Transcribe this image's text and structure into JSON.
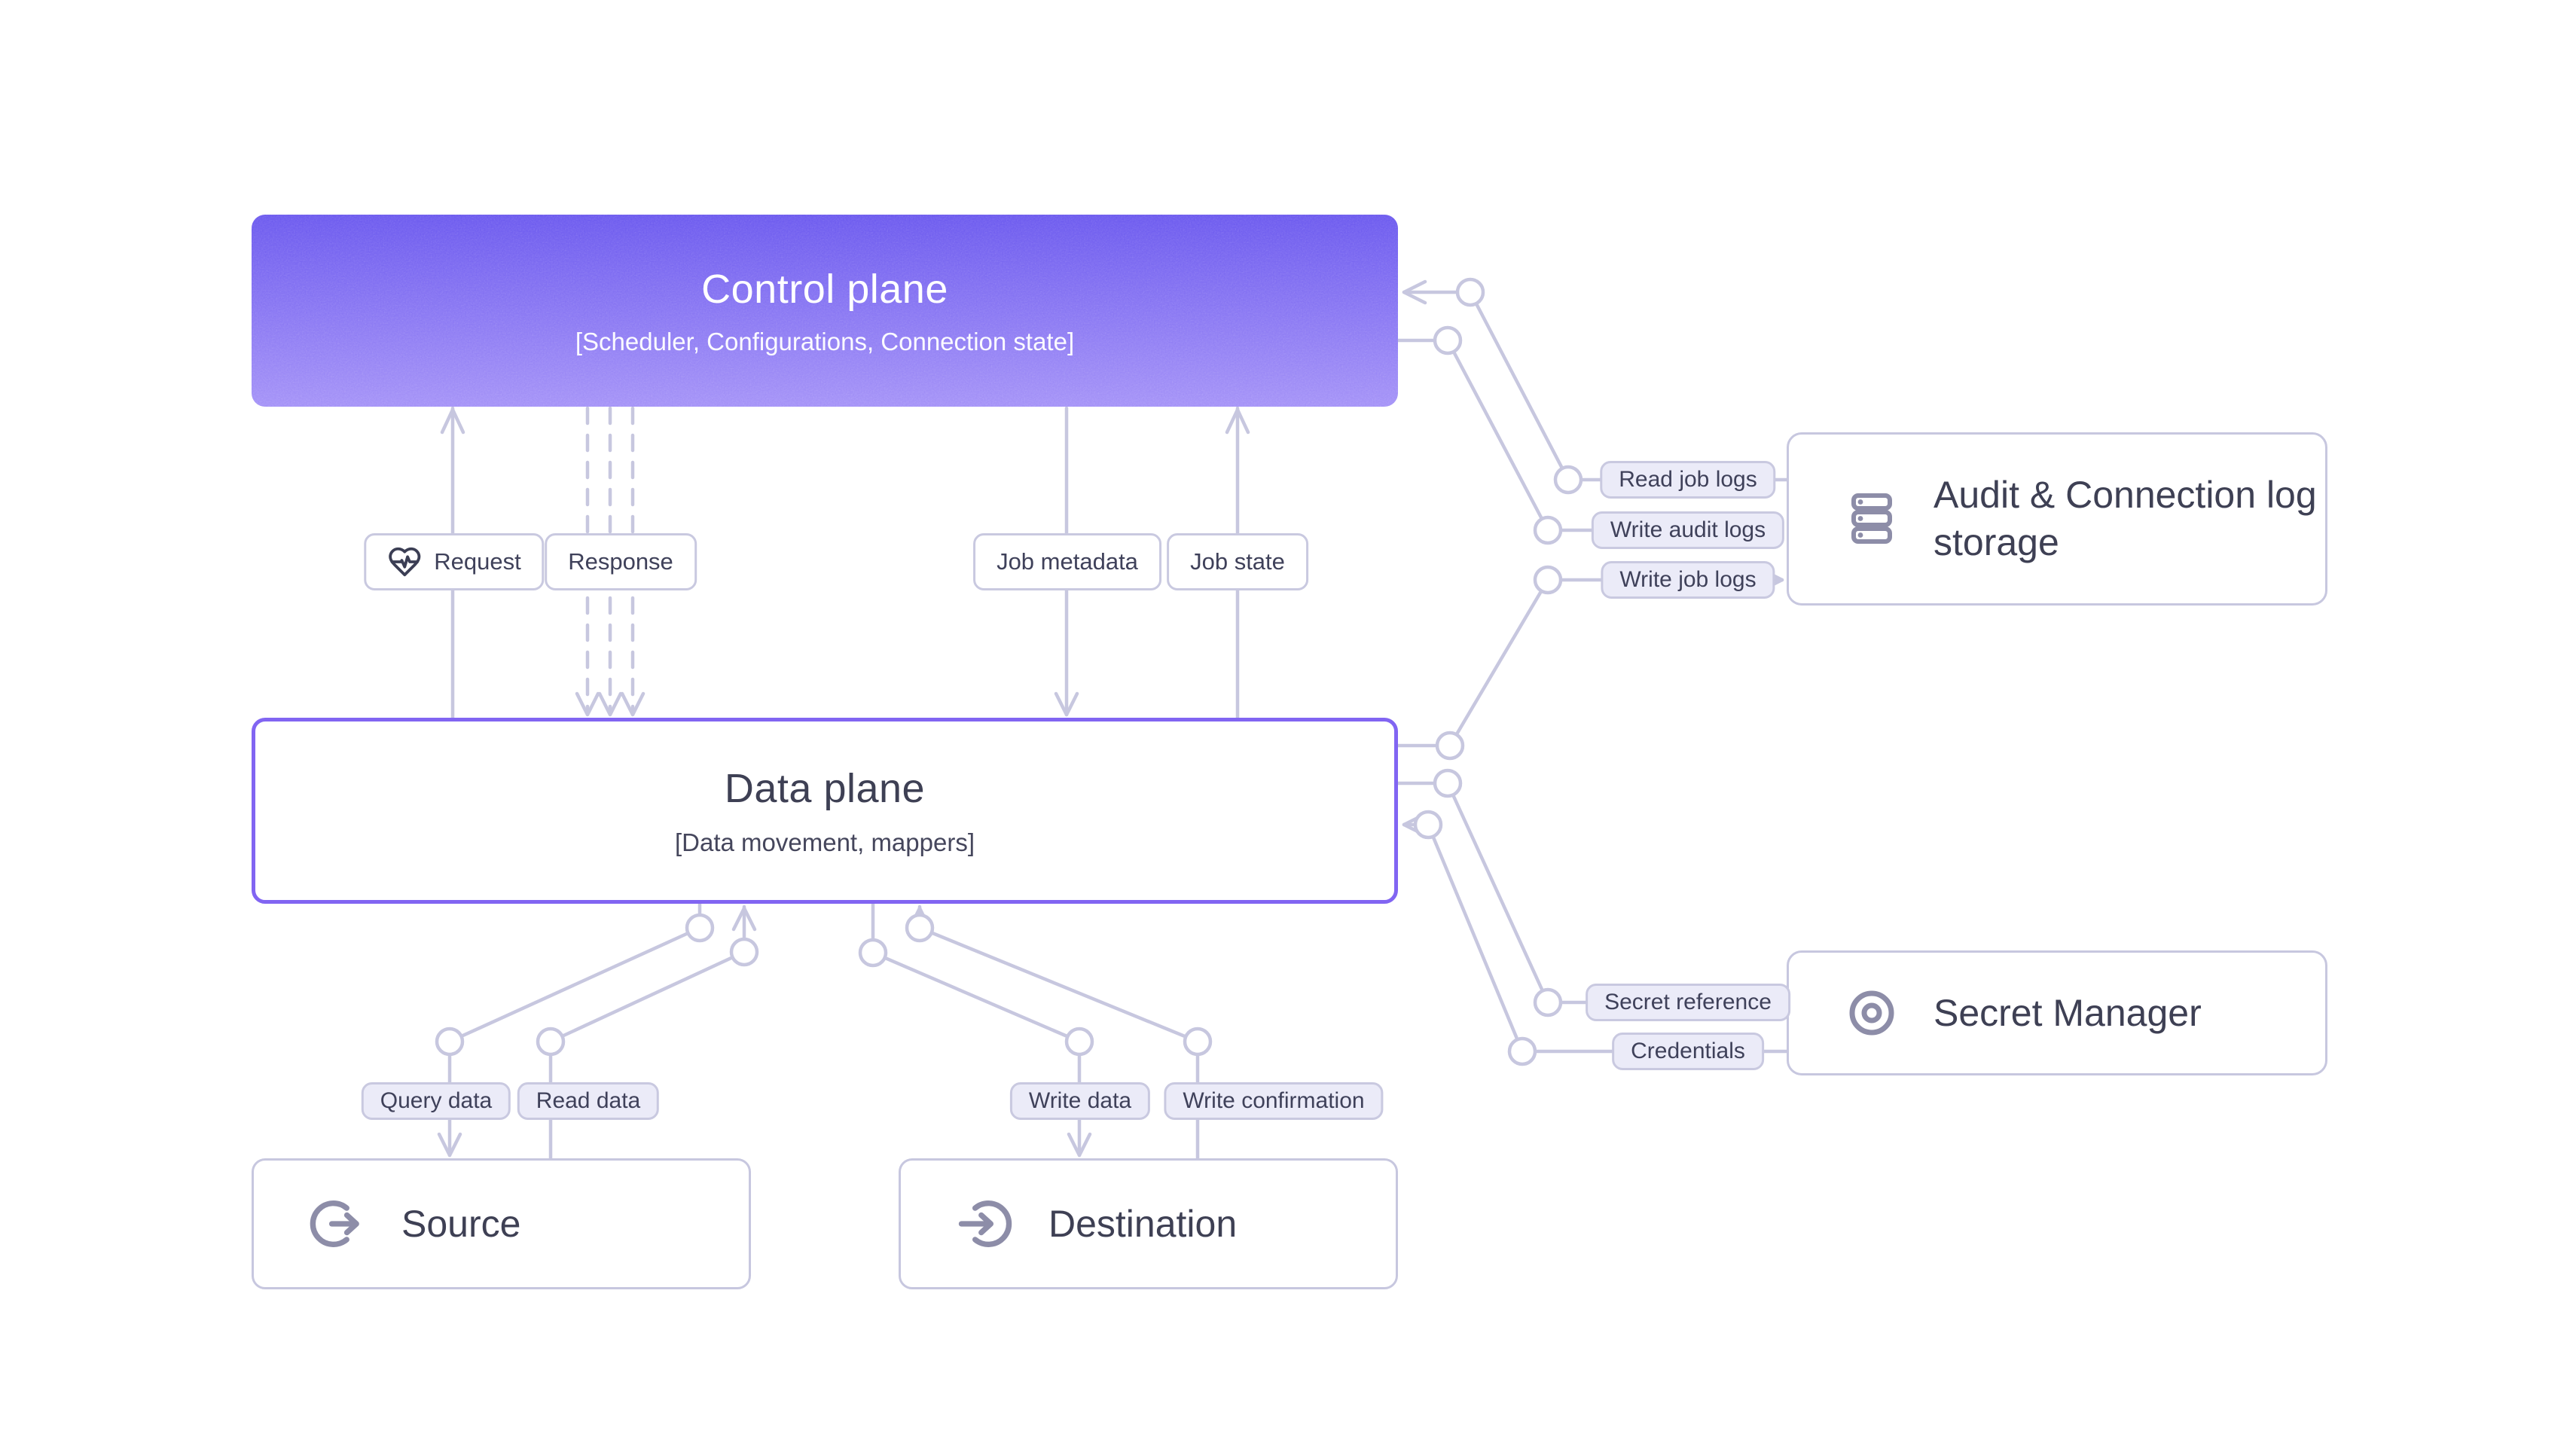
{
  "nodes": {
    "control_plane": {
      "title": "Control plane",
      "subtitle": "[Scheduler, Configurations, Connection state]"
    },
    "data_plane": {
      "title": "Data plane",
      "subtitle": "[Data movement, mappers]"
    },
    "source": {
      "title": "Source"
    },
    "destination": {
      "title": "Destination"
    },
    "audit_log_storage": {
      "title": "Audit & Connection log storage"
    },
    "secret_manager": {
      "title": "Secret Manager"
    }
  },
  "edge_labels": {
    "request": "Request",
    "response": "Response",
    "job_metadata": "Job metadata",
    "job_state": "Job state",
    "query_data": "Query data",
    "read_data": "Read data",
    "write_data": "Write data",
    "write_confirmation": "Write confirmation",
    "read_job_logs": "Read job logs",
    "write_audit_logs": "Write audit logs",
    "write_job_logs": "Write job logs",
    "secret_reference": "Secret reference",
    "credentials": "Credentials"
  },
  "icons": {
    "request": "heart-pulse-icon",
    "audit_log_storage": "server-stack-icon",
    "secret_manager": "bullseye-icon",
    "source": "arrow-out-of-circle-icon",
    "destination": "arrow-into-circle-icon"
  },
  "colors": {
    "accent_border": "#8165f2",
    "gradient_top": "#6a58ee",
    "gradient_bottom": "#a391f7",
    "wire": "#c7c7df",
    "pill_fill": "#ebebf8",
    "box_border": "#c7c7df",
    "text_dark": "#3e4054",
    "icon_gray": "#8d8da8",
    "request_icon": "#3b3e54"
  }
}
